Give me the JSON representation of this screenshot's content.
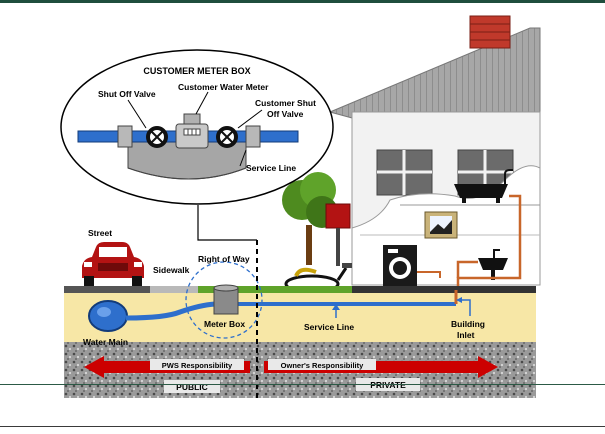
{
  "labels": {
    "meter_box_title": "CUSTOMER METER BOX",
    "shut_off_valve": "Shut Off Valve",
    "customer_water_meter": "Customer Water Meter",
    "customer_shut_off_valve_1": "Customer Shut",
    "customer_shut_off_valve_2": "Off Valve",
    "service_line_inset": "Service Line",
    "street": "Street",
    "sidewalk": "Sidewalk",
    "right_of_way": "Right of Way",
    "water_main": "Water Main",
    "meter_box": "Meter Box",
    "service_line": "Service Line",
    "building_inlet_1": "Building",
    "building_inlet_2": "Inlet",
    "pws_responsibility": "PWS Responsibility",
    "owners_responsibility": "Owner's Responsibility",
    "public": "PUBLIC",
    "private": "PRIVATE"
  },
  "colors": {
    "pipe_blue": "#2e6fcc",
    "copper": "#c8662a",
    "sand": "#f7e7a6",
    "gravel": "#8a8a8a",
    "arrow_red": "#cc0000",
    "roof": "#8a8a8a",
    "chimney": "#c0392b",
    "car": "#b31313",
    "tree": "#4e8b1f"
  }
}
